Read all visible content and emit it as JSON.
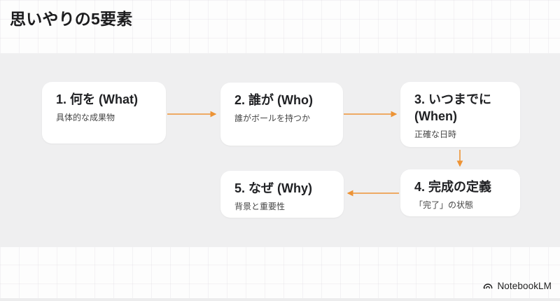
{
  "header": {
    "title": "思いやりの5要素"
  },
  "diagram": {
    "type": "flowchart",
    "nodes": [
      {
        "title": "1. 何を (What)",
        "subtitle": "具体的な成果物"
      },
      {
        "title": "2. 誰が (Who)",
        "subtitle": "誰がボールを持つか"
      },
      {
        "title": "3. いつまでに (When)",
        "subtitle": "正確な日時"
      },
      {
        "title": "4. 完成の定義",
        "subtitle": "「完了」の状態"
      },
      {
        "title": "5. なぜ (Why)",
        "subtitle": "背景と重要性"
      }
    ],
    "edges": [
      {
        "from": "1. 何を (What)",
        "to": "2. 誰が (Who)"
      },
      {
        "from": "2. 誰が (Who)",
        "to": "3. いつまでに (When)"
      },
      {
        "from": "3. いつまでに (When)",
        "to": "4. 完成の定義"
      },
      {
        "from": "4. 完成の定義",
        "to": "5. なぜ (Why)"
      }
    ],
    "arrow_color": "#ED9335",
    "node_background": "#ffffff",
    "panel_background": "#efeff0"
  },
  "footer": {
    "brand": "NotebookLM",
    "logo_icon": "notebooklm-logo-icon"
  }
}
